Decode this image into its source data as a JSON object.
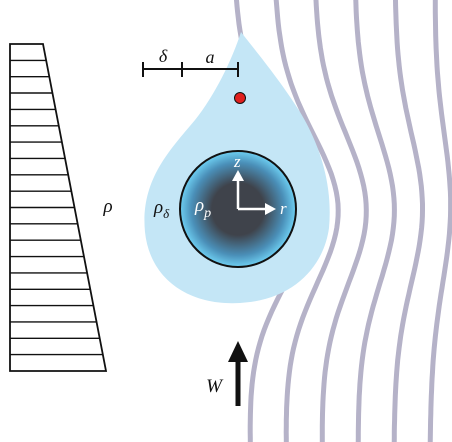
{
  "labels": {
    "delta": "δ",
    "a": "a",
    "rho": "ρ",
    "rho_delta_base": "ρ",
    "rho_delta_sub": "δ",
    "rho_p_base": "ρ",
    "rho_p_sub": "p",
    "z": "z",
    "r": "r",
    "W": "W"
  },
  "colors": {
    "halo": "#c4e6f6",
    "particle_core": "#3f434b",
    "particle_mid": "#4a8fb8",
    "particle_edge": "#6ecff2",
    "streamline": "#b5b2c8",
    "marker": "#e0201e",
    "ink": "#111111"
  },
  "density_bar": {
    "slat_count": 20
  },
  "streamlines": {
    "count": 6
  }
}
